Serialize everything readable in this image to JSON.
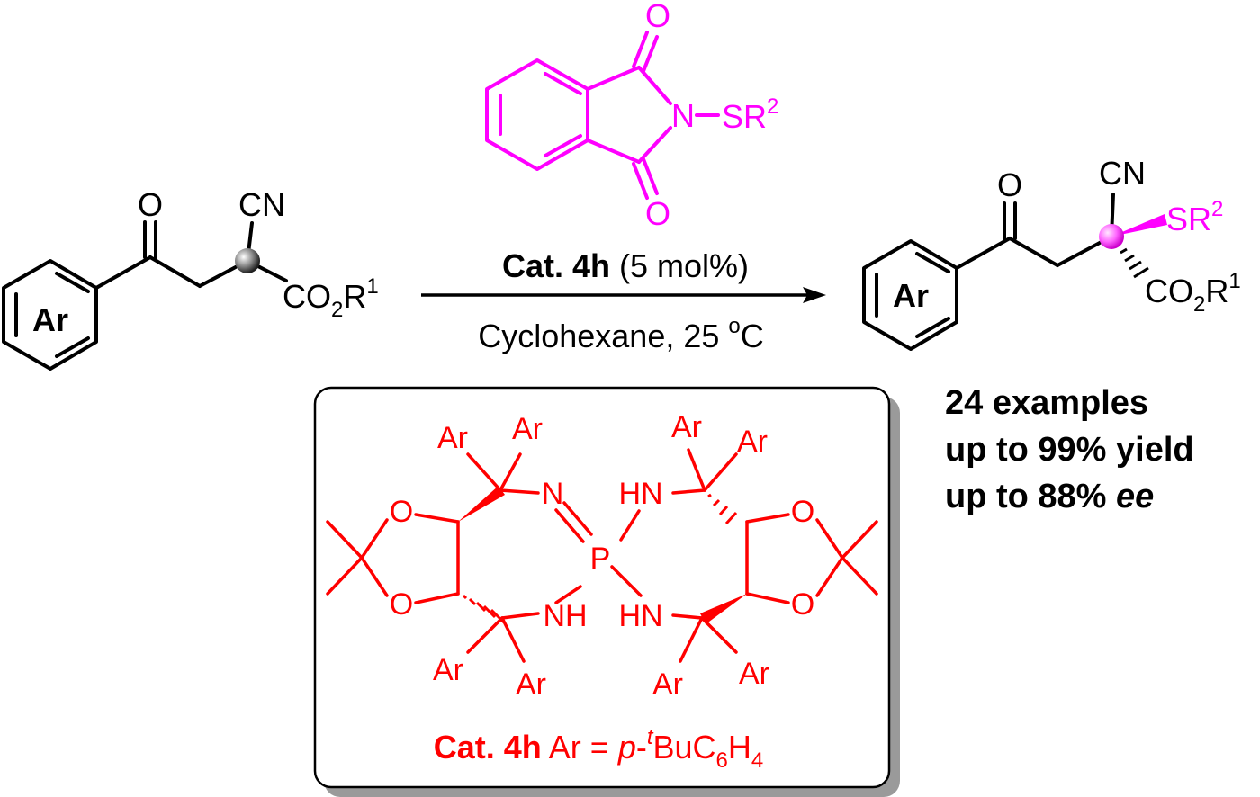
{
  "reagent": {
    "oxygen_top": "O",
    "oxygen_bottom": "O",
    "nitrogen": "N",
    "sulfur_group": "SR",
    "sulfur_sup": "2"
  },
  "substrate": {
    "ketone_oxygen": "O",
    "nitrile": "CN",
    "ester_co": "CO",
    "ester_sub": "2",
    "ester_r": "R",
    "ester_sup": "1",
    "aryl": "Ar"
  },
  "arrow": {
    "catalyst_bold": "Cat. 4h",
    "catalyst_loading": "(5 mol%)",
    "solvent": "Cyclohexane, 25 ",
    "temp_sup": "o",
    "temp_unit": "C"
  },
  "product": {
    "ketone_oxygen": "O",
    "nitrile": "CN",
    "sulfur_group": "SR",
    "sulfur_sup": "2",
    "ester_co": "CO",
    "ester_sub": "2",
    "ester_r": "R",
    "ester_sup": "1",
    "aryl": "Ar"
  },
  "results": {
    "line1": "24 examples",
    "line2": "up to 99% yield",
    "line3_prefix": "up to 88% ",
    "line3_italic": "ee"
  },
  "catalyst_box": {
    "ar": "Ar",
    "o": "O",
    "n": "N",
    "hn": "HN",
    "nh": "NH",
    "p": "P",
    "caption_bold": "Cat. 4h",
    "caption_ar": " Ar = ",
    "caption_p": "p",
    "caption_dash": "-",
    "caption_t": "t",
    "caption_bu": "BuC",
    "caption_sub6": "6",
    "caption_h": "H",
    "caption_sub4": "4"
  },
  "colors": {
    "reagent": "#ff00ff",
    "catalyst": "#ff0000",
    "text": "#000000"
  }
}
